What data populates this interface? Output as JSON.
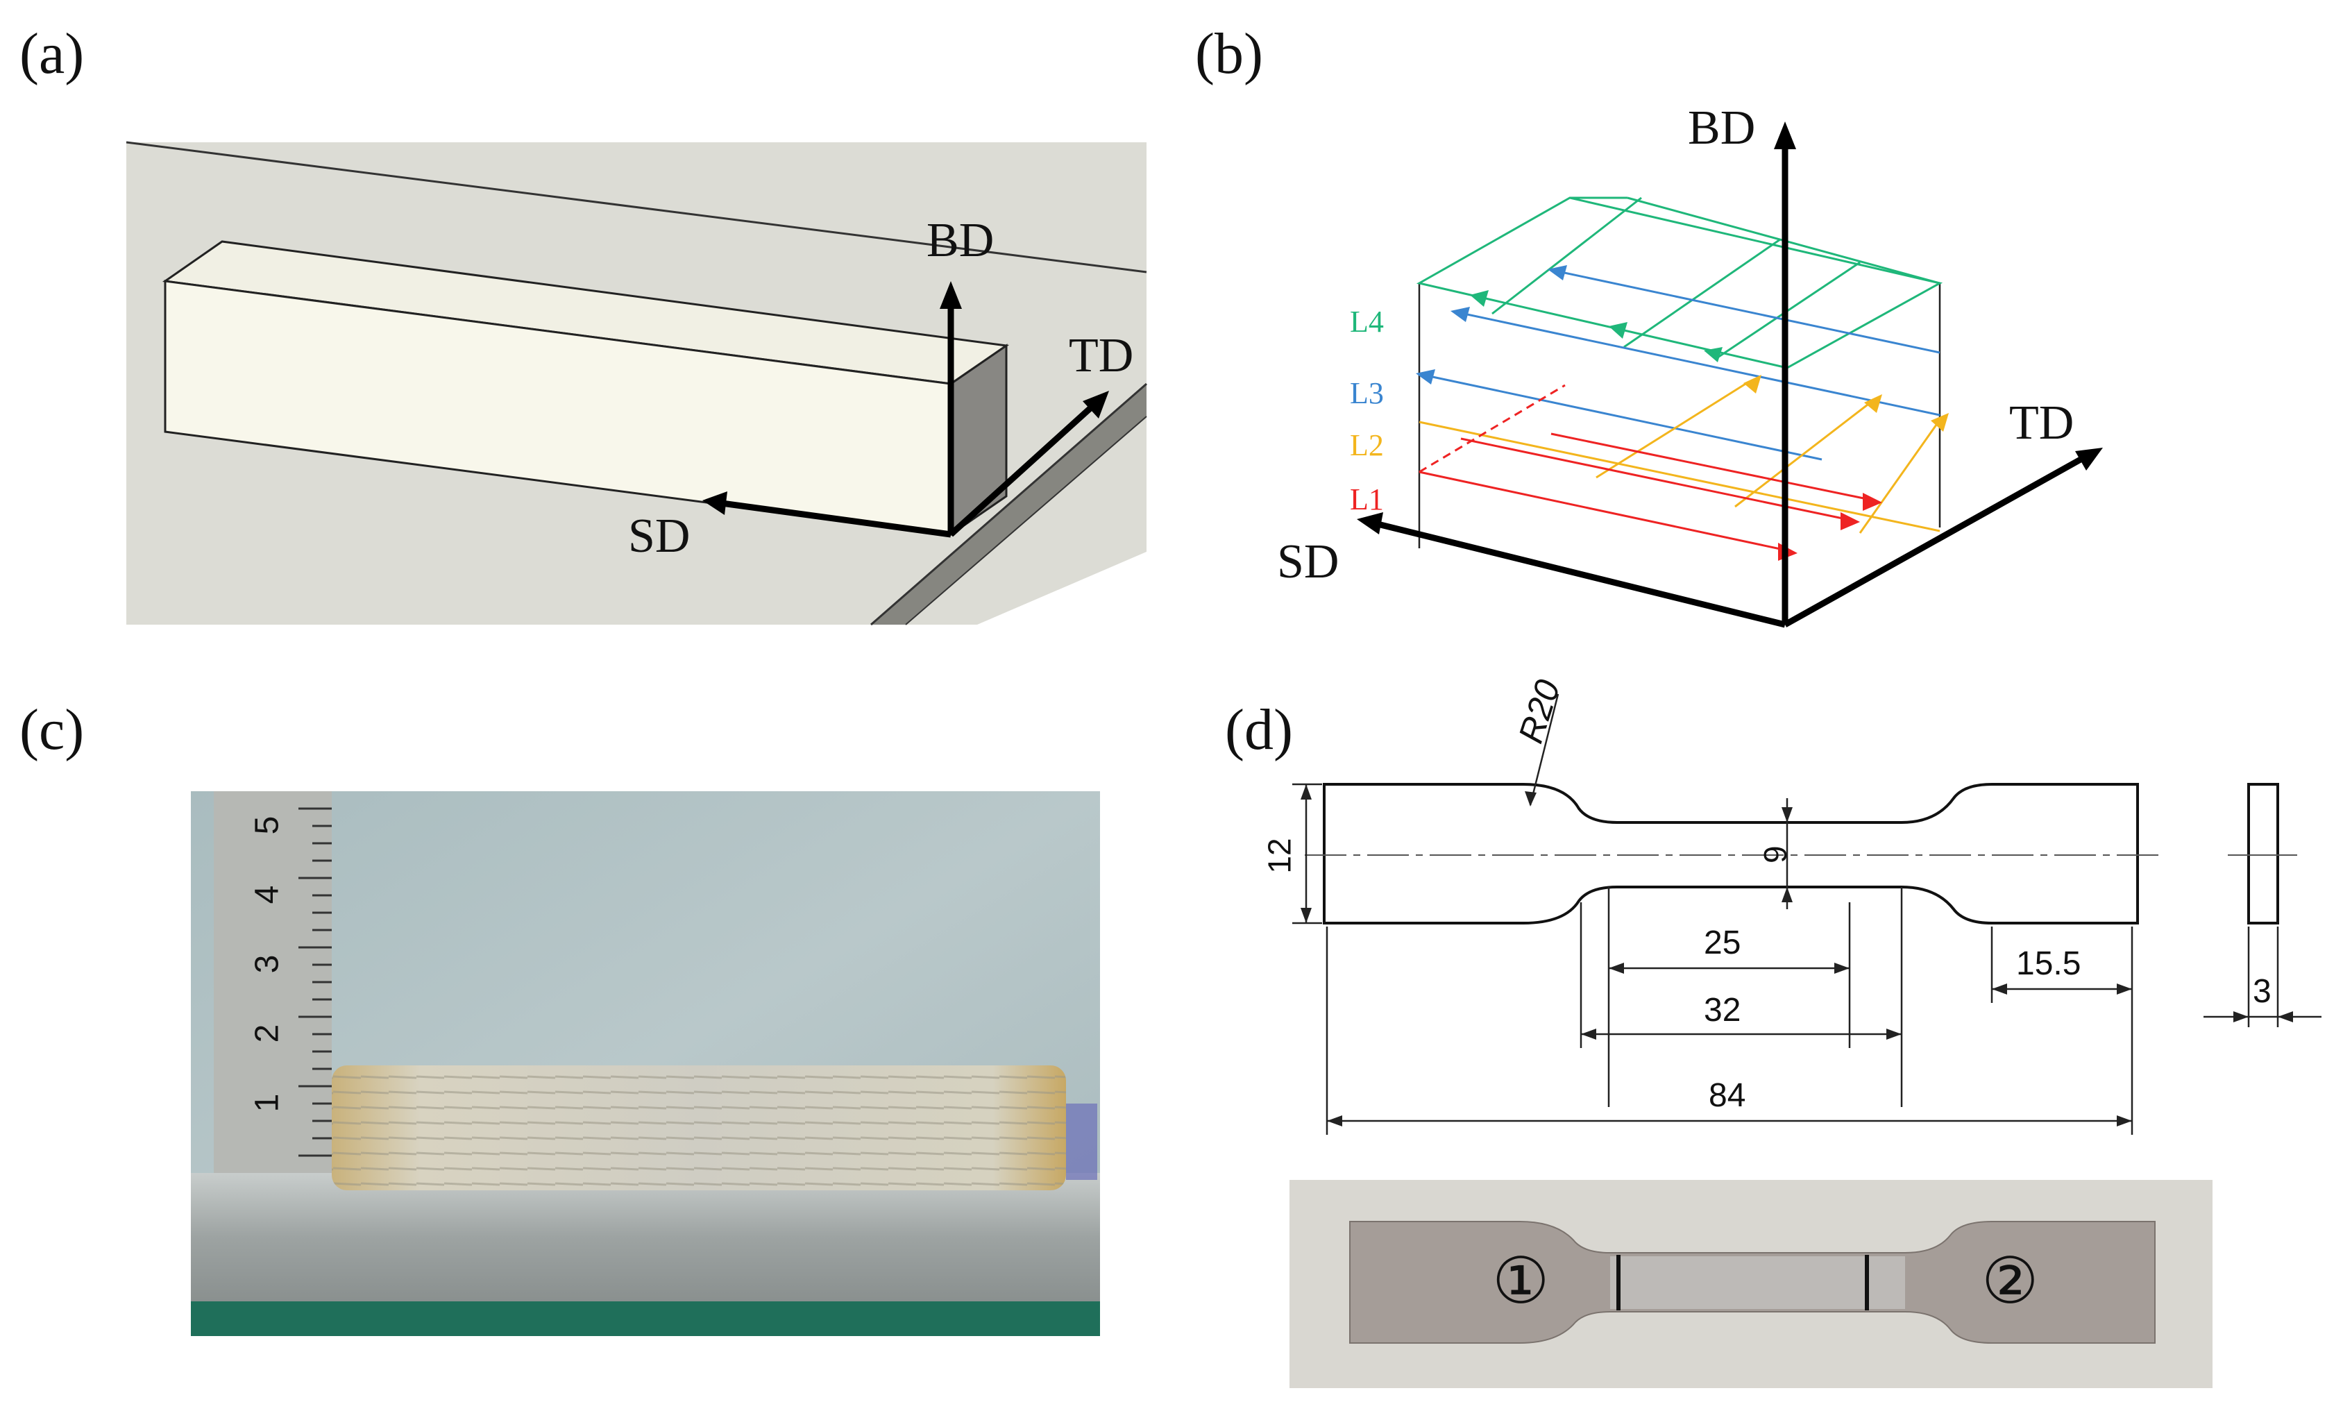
{
  "panels": {
    "a": {
      "label": "(a)",
      "axes": {
        "bd": "BD",
        "td": "TD",
        "sd": "SD"
      }
    },
    "b": {
      "label": "(b)",
      "axes": {
        "bd": "BD",
        "td": "TD",
        "sd": "SD"
      },
      "layers": [
        {
          "name": "L4",
          "color": "#1fb77a"
        },
        {
          "name": "L3",
          "color": "#3a85d0"
        },
        {
          "name": "L2",
          "color": "#f3b51d"
        },
        {
          "name": "L1",
          "color": "#ee2323"
        }
      ]
    },
    "c": {
      "label": "(c)",
      "ruler_marks": [
        "1",
        "2",
        "3",
        "4",
        "5"
      ]
    },
    "d": {
      "label": "(d)",
      "dimensions": {
        "radius": "R20",
        "grip_width": "12",
        "gauge_width": "6",
        "gauge_length": "25",
        "parallel_length": "32",
        "grip_length": "15.5",
        "total_length": "84",
        "thickness": "3"
      },
      "specimen_marks": [
        "①",
        "②"
      ]
    }
  }
}
